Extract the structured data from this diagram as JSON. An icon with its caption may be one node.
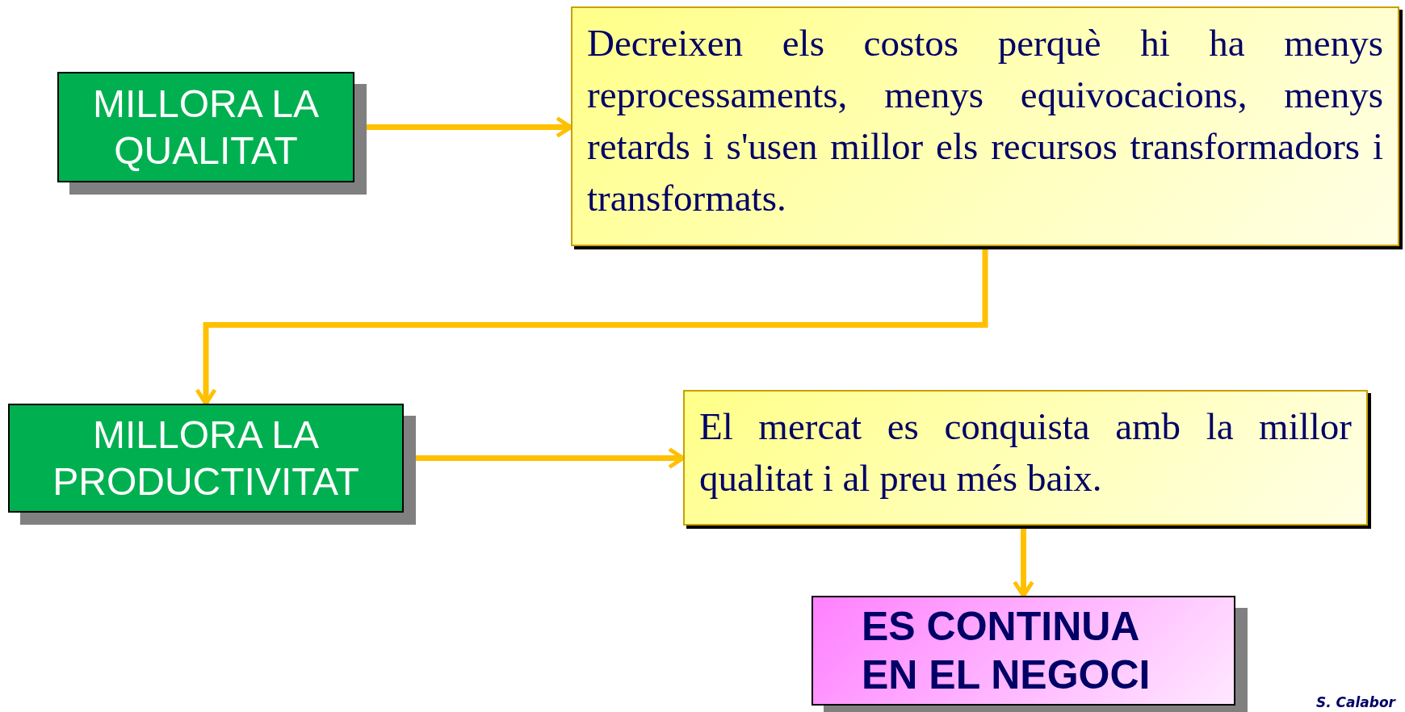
{
  "diagram": {
    "nodes": [
      {
        "text": [
          "MILLORA LA QUALITAT"
        ]
      },
      {
        "text": [
          "Decreixen els costos perquè hi ha menys reprocessaments, menys equivocacions, menys retards i s'usen millor els recursos transformadors i transformats."
        ]
      },
      {
        "text": [
          "MILLORA LA PRODUCTIVITAT"
        ]
      },
      {
        "text": [
          "El mercat es conquista amb la millor qualitat i al preu més baix."
        ]
      },
      {
        "text": [
          "ES CONTINUA EN EL NEGOCI"
        ]
      }
    ],
    "edges": [
      {
        "from": 0,
        "to": 1,
        "arrow": "to"
      },
      {
        "from": 1,
        "to": 2,
        "arrow": "to"
      },
      {
        "from": 2,
        "to": 3,
        "arrow": "to"
      },
      {
        "from": 3,
        "to": 4,
        "arrow": "to"
      }
    ],
    "labels": [
      "S. Calabor"
    ]
  }
}
